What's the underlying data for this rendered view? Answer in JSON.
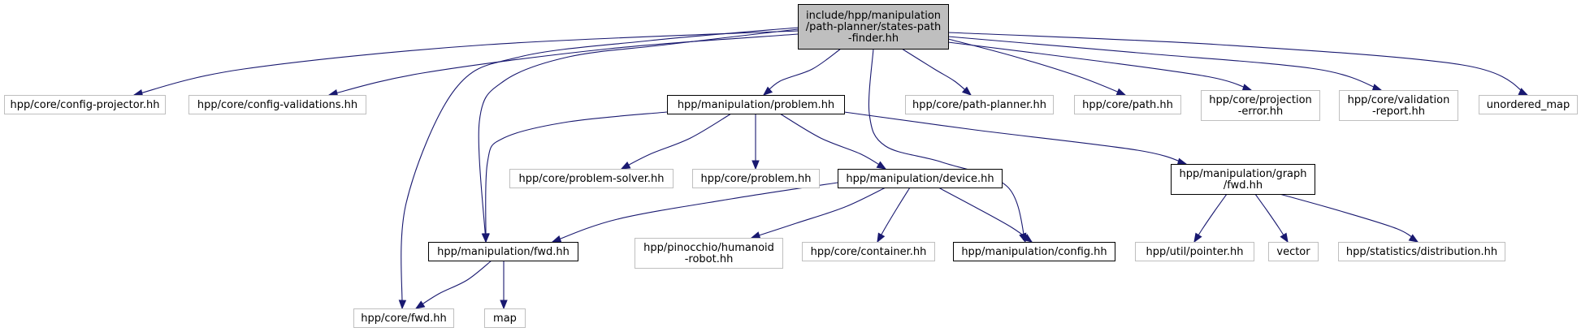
{
  "graph": {
    "colors": {
      "edge": "#191970",
      "root_fill": "#bfbfbf",
      "documented_border": "#000000",
      "external_border": "#bfbfbf"
    },
    "nodes": [
      {
        "id": "root",
        "lines": [
          "include/hpp/manipulation",
          "/path-planner/states-path",
          "-finder.hh"
        ],
        "kind": "root"
      },
      {
        "id": "config_projector",
        "lines": [
          "hpp/core/config-projector.hh"
        ],
        "kind": "external"
      },
      {
        "id": "config_validations",
        "lines": [
          "hpp/core/config-validations.hh"
        ],
        "kind": "external"
      },
      {
        "id": "problem",
        "lines": [
          "hpp/manipulation/problem.hh"
        ],
        "kind": "documented"
      },
      {
        "id": "path_planner",
        "lines": [
          "hpp/core/path-planner.hh"
        ],
        "kind": "external"
      },
      {
        "id": "core_path",
        "lines": [
          "hpp/core/path.hh"
        ],
        "kind": "external"
      },
      {
        "id": "projection_error",
        "lines": [
          "hpp/core/projection",
          "-error.hh"
        ],
        "kind": "external"
      },
      {
        "id": "validation_report",
        "lines": [
          "hpp/core/validation",
          "-report.hh"
        ],
        "kind": "external"
      },
      {
        "id": "unordered_map",
        "lines": [
          "unordered_map"
        ],
        "kind": "external"
      },
      {
        "id": "problem_solver",
        "lines": [
          "hpp/core/problem-solver.hh"
        ],
        "kind": "external"
      },
      {
        "id": "core_problem",
        "lines": [
          "hpp/core/problem.hh"
        ],
        "kind": "external"
      },
      {
        "id": "device",
        "lines": [
          "hpp/manipulation/device.hh"
        ],
        "kind": "documented"
      },
      {
        "id": "graph_fwd",
        "lines": [
          "hpp/manipulation/graph",
          "/fwd.hh"
        ],
        "kind": "documented"
      },
      {
        "id": "manip_fwd",
        "lines": [
          "hpp/manipulation/fwd.hh"
        ],
        "kind": "documented"
      },
      {
        "id": "humanoid_robot",
        "lines": [
          "hpp/pinocchio/humanoid",
          "-robot.hh"
        ],
        "kind": "external"
      },
      {
        "id": "container",
        "lines": [
          "hpp/core/container.hh"
        ],
        "kind": "external"
      },
      {
        "id": "manip_config",
        "lines": [
          "hpp/manipulation/config.hh"
        ],
        "kind": "documented"
      },
      {
        "id": "pointer",
        "lines": [
          "hpp/util/pointer.hh"
        ],
        "kind": "external"
      },
      {
        "id": "vector",
        "lines": [
          "vector"
        ],
        "kind": "external"
      },
      {
        "id": "distribution",
        "lines": [
          "hpp/statistics/distribution.hh"
        ],
        "kind": "external"
      },
      {
        "id": "core_fwd",
        "lines": [
          "hpp/core/fwd.hh"
        ],
        "kind": "external"
      },
      {
        "id": "map",
        "lines": [
          "map"
        ],
        "kind": "external"
      }
    ],
    "edges": [
      {
        "from": "root",
        "to": "config_projector"
      },
      {
        "from": "root",
        "to": "config_validations"
      },
      {
        "from": "root",
        "to": "problem"
      },
      {
        "from": "root",
        "to": "core_fwd"
      },
      {
        "from": "root",
        "to": "manip_fwd"
      },
      {
        "from": "root",
        "to": "manip_config"
      },
      {
        "from": "root",
        "to": "path_planner"
      },
      {
        "from": "root",
        "to": "core_path"
      },
      {
        "from": "root",
        "to": "projection_error"
      },
      {
        "from": "root",
        "to": "validation_report"
      },
      {
        "from": "root",
        "to": "unordered_map"
      },
      {
        "from": "problem",
        "to": "manip_fwd"
      },
      {
        "from": "problem",
        "to": "problem_solver"
      },
      {
        "from": "problem",
        "to": "core_problem"
      },
      {
        "from": "problem",
        "to": "device"
      },
      {
        "from": "problem",
        "to": "graph_fwd"
      },
      {
        "from": "device",
        "to": "manip_fwd"
      },
      {
        "from": "device",
        "to": "humanoid_robot"
      },
      {
        "from": "device",
        "to": "container"
      },
      {
        "from": "device",
        "to": "manip_config"
      },
      {
        "from": "graph_fwd",
        "to": "pointer"
      },
      {
        "from": "graph_fwd",
        "to": "vector"
      },
      {
        "from": "graph_fwd",
        "to": "distribution"
      },
      {
        "from": "manip_fwd",
        "to": "core_fwd"
      },
      {
        "from": "manip_fwd",
        "to": "map"
      }
    ]
  }
}
